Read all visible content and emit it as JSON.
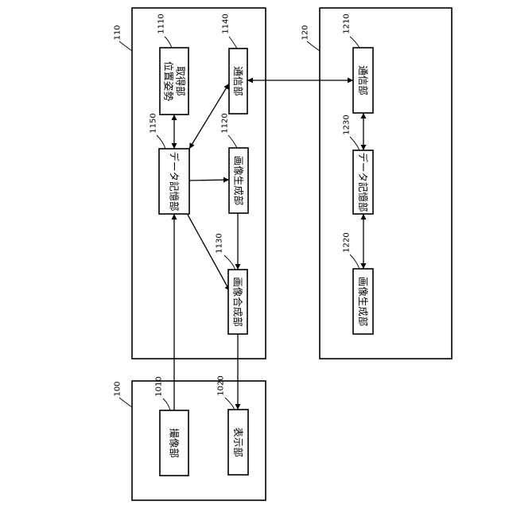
{
  "diagram": {
    "systems": {
      "s100": {
        "ref": "100"
      },
      "s110": {
        "ref": "110"
      },
      "s120": {
        "ref": "120"
      }
    },
    "blocks": {
      "b1010": {
        "ref": "1010",
        "label": "撮像部"
      },
      "b1020": {
        "ref": "1020",
        "label": "表示部"
      },
      "b1110": {
        "ref": "1110",
        "label": "位置姿勢",
        "label2": "取得部"
      },
      "b1120": {
        "ref": "1120",
        "label": "画像生成部"
      },
      "b1130": {
        "ref": "1130",
        "label": "画像合成部"
      },
      "b1140": {
        "ref": "1140",
        "label": "通信部"
      },
      "b1150": {
        "ref": "1150",
        "label": "データ記憶部"
      },
      "b1210": {
        "ref": "1210",
        "label": "通信部"
      },
      "b1220": {
        "ref": "1220",
        "label": "画像生成部"
      },
      "b1230": {
        "ref": "1230",
        "label": "データ記憶部"
      }
    }
  }
}
